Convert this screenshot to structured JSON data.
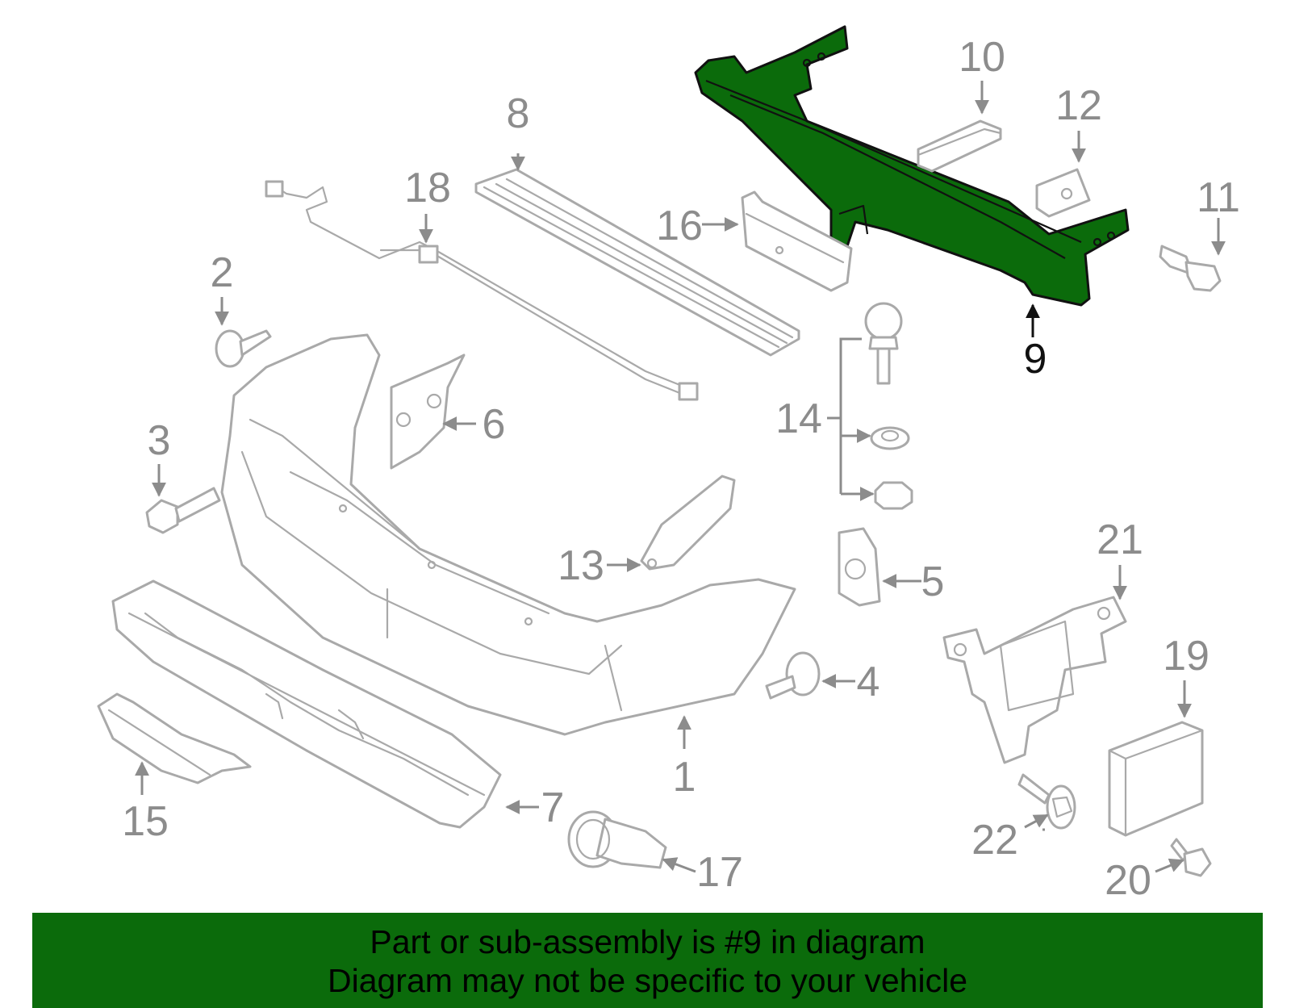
{
  "callouts": [
    {
      "number": "1",
      "highlighted": false
    },
    {
      "number": "2",
      "highlighted": false
    },
    {
      "number": "3",
      "highlighted": false
    },
    {
      "number": "4",
      "highlighted": false
    },
    {
      "number": "5",
      "highlighted": false
    },
    {
      "number": "6",
      "highlighted": false
    },
    {
      "number": "7",
      "highlighted": false
    },
    {
      "number": "8",
      "highlighted": false
    },
    {
      "number": "9",
      "highlighted": true
    },
    {
      "number": "10",
      "highlighted": false
    },
    {
      "number": "11",
      "highlighted": false
    },
    {
      "number": "12",
      "highlighted": false
    },
    {
      "number": "13",
      "highlighted": false
    },
    {
      "number": "14",
      "highlighted": false
    },
    {
      "number": "15",
      "highlighted": false
    },
    {
      "number": "16",
      "highlighted": false
    },
    {
      "number": "17",
      "highlighted": false
    },
    {
      "number": "18",
      "highlighted": false
    },
    {
      "number": "19",
      "highlighted": false
    },
    {
      "number": "20",
      "highlighted": false
    },
    {
      "number": "21",
      "highlighted": false
    },
    {
      "number": "22",
      "highlighted": false
    }
  ],
  "banner": {
    "line1": "Part or sub-assembly is #9 in diagram",
    "line2": "Diagram may not be specific to your vehicle"
  },
  "colors": {
    "highlight": "#0b6b0b",
    "line_art": "#a9a9a9",
    "label": "#8c8c8c",
    "highlight_label": "#111111"
  }
}
